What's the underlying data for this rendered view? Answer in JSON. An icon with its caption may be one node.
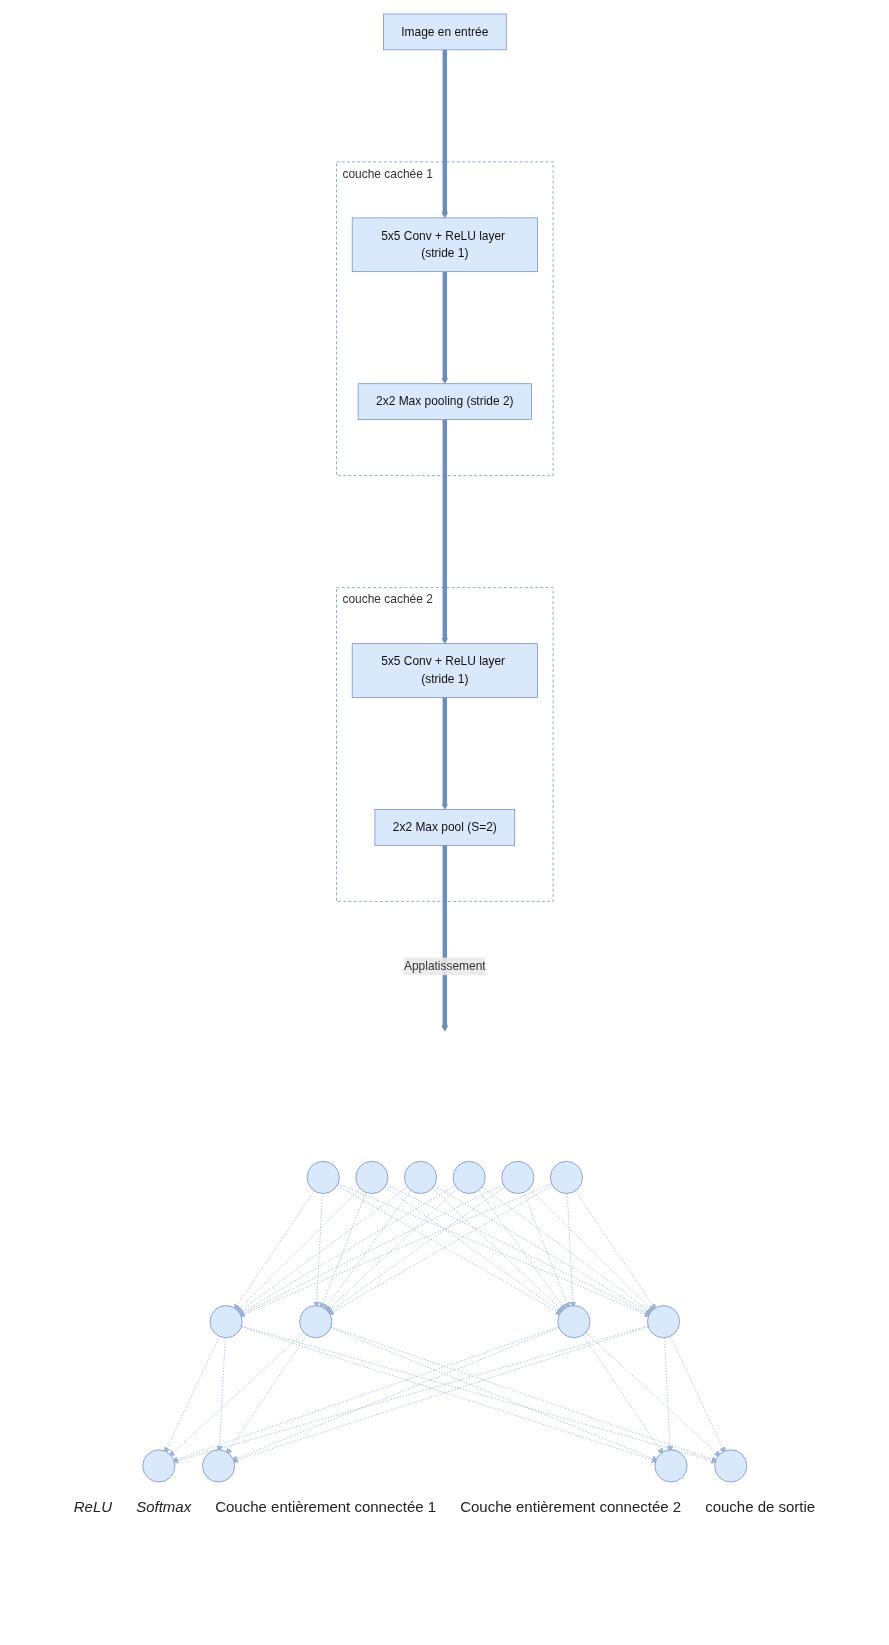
{
  "diagram": {
    "nodes": [
      {
        "text": [
          "Image en entrée"
        ]
      },
      {
        "text": [
          "couche cachée 1"
        ]
      },
      {
        "text": [
          "5x5 Conv + ReLU layer (stride 1)"
        ],
        "in": 1
      },
      {
        "text": [
          "2x2 Max pooling (stride 2)"
        ],
        "in": 1
      },
      {
        "text": [
          "couche cachée 2"
        ]
      },
      {
        "text": [
          "5x5 Conv + ReLU layer (stride 1)"
        ],
        "in": 4
      },
      {
        "text": [
          "2x2 Max pool (S=2)"
        ],
        "in": 4
      },
      {
        "text": [],
        "shape": "circle"
      },
      {
        "text": [],
        "shape": "circle"
      },
      {
        "text": [],
        "shape": "circle"
      },
      {
        "text": [],
        "shape": "circle"
      },
      {
        "text": [],
        "shape": "circle"
      },
      {
        "text": [],
        "shape": "circle"
      },
      {
        "text": [],
        "shape": "circle"
      },
      {
        "text": [],
        "shape": "circle"
      },
      {
        "text": [],
        "shape": "circle"
      },
      {
        "text": [],
        "shape": "circle"
      },
      {
        "text": [],
        "shape": "circle"
      },
      {
        "text": [],
        "shape": "circle"
      },
      {
        "text": [],
        "shape": "circle"
      },
      {
        "text": [],
        "shape": "circle"
      }
    ],
    "edges": [
      {
        "from": 0,
        "to": 2,
        "arrow": "to",
        "style": "thick"
      },
      {
        "from": 2,
        "to": 3,
        "arrow": "to",
        "style": "thick"
      },
      {
        "from": 3,
        "to": 5,
        "arrow": "to",
        "style": "thick"
      },
      {
        "from": 5,
        "to": 6,
        "arrow": "to",
        "style": "thick"
      },
      {
        "from": 6,
        "to": null,
        "arrow": "to",
        "style": "thick",
        "label": "Applatissement"
      },
      {
        "from": 7,
        "to": 13,
        "arrow": "to",
        "style": "dashed"
      },
      {
        "from": 7,
        "to": 14,
        "arrow": "to",
        "style": "dashed"
      },
      {
        "from": 7,
        "to": 15,
        "arrow": "to",
        "style": "dashed"
      },
      {
        "from": 7,
        "to": 16,
        "arrow": "to",
        "style": "dashed"
      },
      {
        "from": 8,
        "to": 13,
        "arrow": "to",
        "style": "dashed"
      },
      {
        "from": 8,
        "to": 14,
        "arrow": "to",
        "style": "dashed"
      },
      {
        "from": 8,
        "to": 15,
        "arrow": "to",
        "style": "dashed"
      },
      {
        "from": 8,
        "to": 16,
        "arrow": "to",
        "style": "dashed"
      },
      {
        "from": 9,
        "to": 13,
        "arrow": "to",
        "style": "dashed"
      },
      {
        "from": 9,
        "to": 14,
        "arrow": "to",
        "style": "dashed"
      },
      {
        "from": 9,
        "to": 15,
        "arrow": "to",
        "style": "dashed"
      },
      {
        "from": 9,
        "to": 16,
        "arrow": "to",
        "style": "dashed"
      },
      {
        "from": 10,
        "to": 13,
        "arrow": "to",
        "style": "dashed"
      },
      {
        "from": 10,
        "to": 14,
        "arrow": "to",
        "style": "dashed"
      },
      {
        "from": 10,
        "to": 15,
        "arrow": "to",
        "style": "dashed"
      },
      {
        "from": 10,
        "to": 16,
        "arrow": "to",
        "style": "dashed"
      },
      {
        "from": 11,
        "to": 13,
        "arrow": "to",
        "style": "dashed"
      },
      {
        "from": 11,
        "to": 14,
        "arrow": "to",
        "style": "dashed"
      },
      {
        "from": 11,
        "to": 15,
        "arrow": "to",
        "style": "dashed"
      },
      {
        "from": 11,
        "to": 16,
        "arrow": "to",
        "style": "dashed"
      },
      {
        "from": 12,
        "to": 13,
        "arrow": "to",
        "style": "dashed"
      },
      {
        "from": 12,
        "to": 14,
        "arrow": "to",
        "style": "dashed"
      },
      {
        "from": 12,
        "to": 15,
        "arrow": "to",
        "style": "dashed"
      },
      {
        "from": 12,
        "to": 16,
        "arrow": "to",
        "style": "dashed"
      },
      {
        "from": 13,
        "to": 17,
        "arrow": "to",
        "style": "dashed"
      },
      {
        "from": 13,
        "to": 18,
        "arrow": "to",
        "style": "dashed"
      },
      {
        "from": 13,
        "to": 19,
        "arrow": "to",
        "style": "dashed"
      },
      {
        "from": 13,
        "to": 20,
        "arrow": "to",
        "style": "dashed"
      },
      {
        "from": 14,
        "to": 17,
        "arrow": "to",
        "style": "dashed"
      },
      {
        "from": 14,
        "to": 18,
        "arrow": "to",
        "style": "dashed"
      },
      {
        "from": 14,
        "to": 19,
        "arrow": "to",
        "style": "dashed"
      },
      {
        "from": 14,
        "to": 20,
        "arrow": "to",
        "style": "dashed"
      },
      {
        "from": 15,
        "to": 17,
        "arrow": "to",
        "style": "dashed"
      },
      {
        "from": 15,
        "to": 18,
        "arrow": "to",
        "style": "dashed"
      },
      {
        "from": 15,
        "to": 19,
        "arrow": "to",
        "style": "dashed"
      },
      {
        "from": 15,
        "to": 20,
        "arrow": "to",
        "style": "dashed"
      },
      {
        "from": 16,
        "to": 17,
        "arrow": "to",
        "style": "dashed"
      },
      {
        "from": 16,
        "to": 18,
        "arrow": "to",
        "style": "dashed"
      },
      {
        "from": 16,
        "to": 19,
        "arrow": "to",
        "style": "dashed"
      },
      {
        "from": 16,
        "to": 20,
        "arrow": "to",
        "style": "dashed"
      }
    ],
    "labels": [
      "ReLU",
      "Softmax",
      "Couche entièrement connectée 1",
      "Couche entièrement connectée 2",
      "couche de sortie"
    ]
  }
}
